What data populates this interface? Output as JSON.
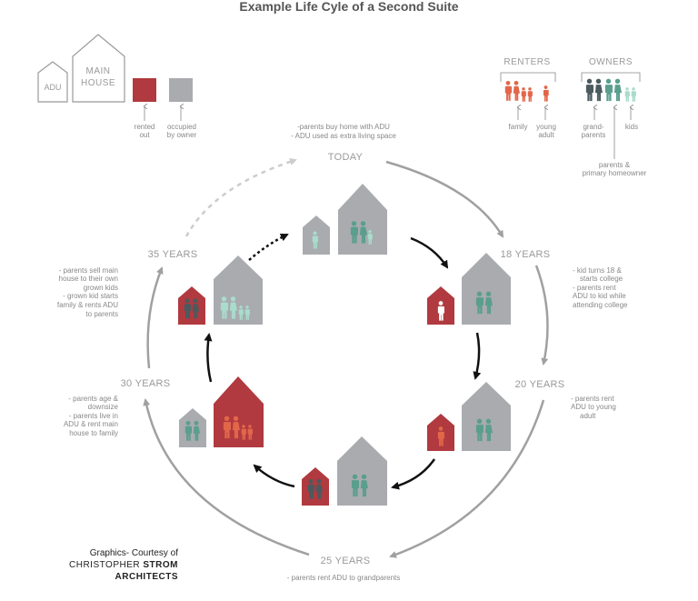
{
  "title": "Example Life Cyle of a Second Suite",
  "legend": {
    "adu_label": "ADU",
    "main_house_label_1": "MAIN",
    "main_house_label_2": "HOUSE",
    "rented_out_1": "rented",
    "rented_out_2": "out",
    "occupied_1": "occupied",
    "occupied_2": "by owner",
    "renters_title": "RENTERS",
    "owners_title": "OWNERS",
    "family": "family",
    "young_adult_1": "young",
    "young_adult_2": "adult",
    "grandparents_1": "grand-",
    "grandparents_2": "parents",
    "kids": "kids",
    "parents_1": "parents &",
    "parents_2": "primary homeowner"
  },
  "stages": {
    "today": {
      "label": "TODAY",
      "note_1": "-parents buy home with ADU",
      "note_2": "- ADU used as extra living space"
    },
    "y18": {
      "label": "18 YEARS",
      "note_1": "- kid turns 18 &",
      "note_2": "starts college",
      "note_3": "- parents rent",
      "note_4": "ADU to kid while",
      "note_5": "attending college"
    },
    "y20": {
      "label": "20 YEARS",
      "note_1": "- parents rent",
      "note_2": "ADU to  young",
      "note_3": "adult"
    },
    "y25": {
      "label": "25 YEARS",
      "note_1": "- parents rent ADU to grandparents"
    },
    "y30": {
      "label": "30 YEARS",
      "note_1": "- parents age &",
      "note_2": "downsize",
      "note_3": "- parents live in",
      "note_4": "ADU & rent main",
      "note_5": "house to family"
    },
    "y35": {
      "label": "35 YEARS",
      "note_1": "- parents sell main",
      "note_2": "house to their own",
      "note_3": "grown kids",
      "note_4": "- grown kid starts",
      "note_5": "family & rents ADU",
      "note_6": "to parents"
    }
  },
  "credit": {
    "line_1": "Graphics- Courtesy of",
    "line_2a": "CHRISTOPHER ",
    "line_2b": "STROM",
    "line_3": "ARCHITECTS"
  },
  "colors": {
    "red": "#b03a3f",
    "gray": "#a9abaf",
    "dark": "#4a5a5e",
    "teal": "#5a9e8e",
    "mint": "#a8dccb",
    "orange": "#e2674a",
    "white": "#ffffff",
    "arrow": "#a0a0a0"
  }
}
